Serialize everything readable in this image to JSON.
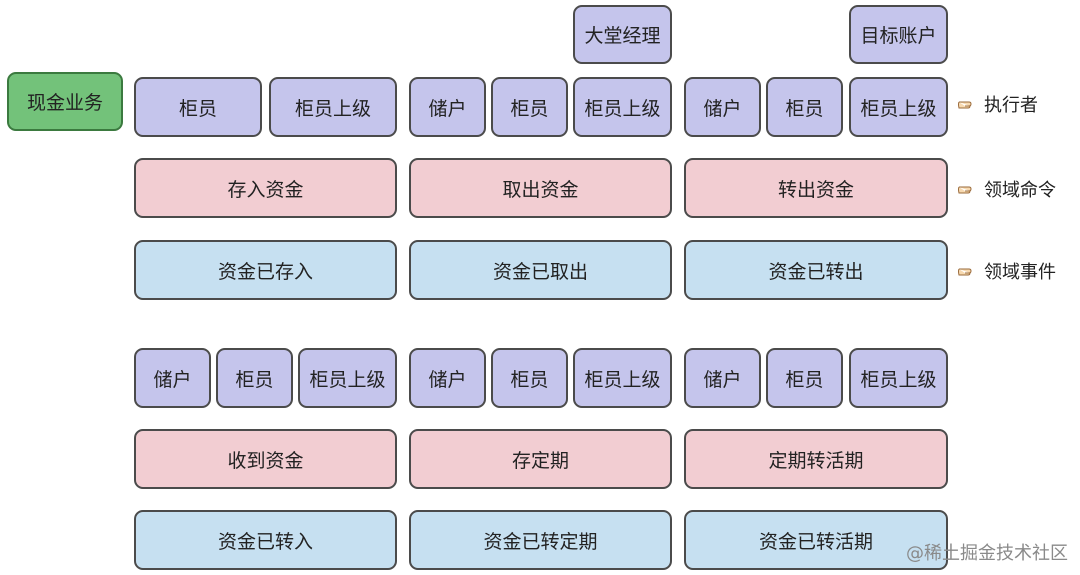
{
  "business": "现金业务",
  "extras": {
    "lobby_manager": "大堂经理",
    "target_account": "目标账户"
  },
  "legend": {
    "actor": "执行者",
    "command": "领域命令",
    "event": "领域事件"
  },
  "section1": {
    "deposit": {
      "actors": [
        "柜员",
        "柜员上级"
      ],
      "command": "存入资金",
      "event": "资金已存入"
    },
    "withdraw": {
      "actors": [
        "储户",
        "柜员",
        "柜员上级"
      ],
      "command": "取出资金",
      "event": "资金已取出"
    },
    "transfer": {
      "actors": [
        "储户",
        "柜员",
        "柜员上级"
      ],
      "command": "转出资金",
      "event": "资金已转出"
    }
  },
  "section2": {
    "receive": {
      "actors": [
        "储户",
        "柜员",
        "柜员上级"
      ],
      "command": "收到资金",
      "event": "资金已转入"
    },
    "fixed": {
      "actors": [
        "储户",
        "柜员",
        "柜员上级"
      ],
      "command": "存定期",
      "event": "资金已转定期"
    },
    "fixed_to_cur": {
      "actors": [
        "储户",
        "柜员",
        "柜员上级"
      ],
      "command": "定期转活期",
      "event": "资金已转活期"
    }
  },
  "watermark": "@稀土掘金技术社区",
  "colors": {
    "actor": "#c5c5ec",
    "command": "#f2cdd2",
    "event": "#c6e0f1",
    "business": "#73c27a"
  }
}
